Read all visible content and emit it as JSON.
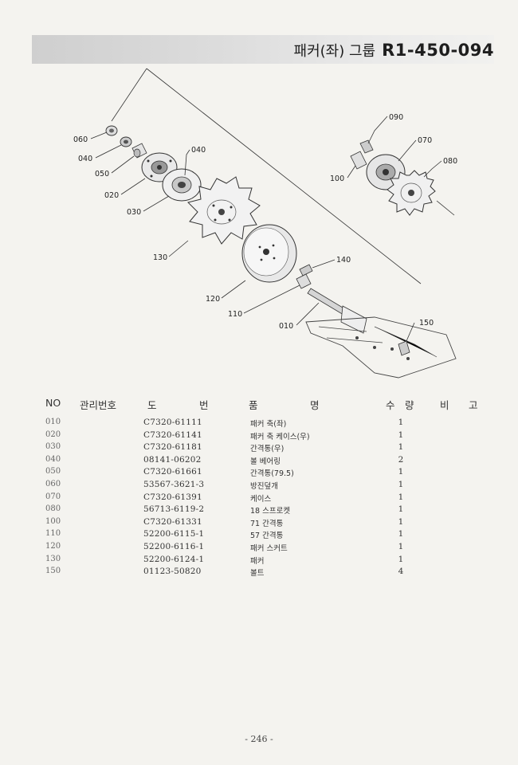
{
  "header": {
    "title_ko": "패커(좌) 그룹",
    "code": "R1-450-094"
  },
  "callouts": {
    "c060": "060",
    "c040a": "040",
    "c050": "050",
    "c040b": "040",
    "c020": "020",
    "c030": "030",
    "c130": "130",
    "c120": "120",
    "c110": "110",
    "c010": "010",
    "c140": "140",
    "c150": "150",
    "c090": "090",
    "c070": "070",
    "c080": "080",
    "c100": "100"
  },
  "table": {
    "headers": {
      "no": "NO",
      "mgmt": "관리번호",
      "drawing_1": "도",
      "drawing_2": "번",
      "name_1": "품",
      "name_2": "명",
      "qty_1": "수",
      "qty_2": "량",
      "remark_1": "비",
      "remark_2": "고"
    },
    "rows": [
      {
        "no": "010",
        "part": "C7320-61111",
        "name": "패커 축(좌)",
        "qty": "1"
      },
      {
        "no": "020",
        "part": "C7320-61141",
        "name": "패커 축 케이스(우)",
        "qty": "1"
      },
      {
        "no": "030",
        "part": "C7320-61181",
        "name": "간격통(우)",
        "qty": "1"
      },
      {
        "no": "040",
        "part": "08141-06202",
        "name": "볼 베어링",
        "qty": "2"
      },
      {
        "no": "050",
        "part": "C7320-61661",
        "name": "간격통(79.5)",
        "qty": "1"
      },
      {
        "no": "060",
        "part": "53567-3621-3",
        "name": "방진덮개",
        "qty": "1"
      },
      {
        "no": "070",
        "part": "C7320-61391",
        "name": "케이스",
        "qty": "1"
      },
      {
        "no": "080",
        "part": "56713-6119-2",
        "name": "18 스프로켓",
        "qty": "1"
      },
      {
        "no": "100",
        "part": "C7320-61331",
        "name": "71 간격통",
        "qty": "1"
      },
      {
        "no": "110",
        "part": "52200-6115-1",
        "name": "57 간격통",
        "qty": "1"
      },
      {
        "no": "120",
        "part": "52200-6116-1",
        "name": "패커 스커트",
        "qty": "1"
      },
      {
        "no": "130",
        "part": "52200-6124-1",
        "name": "패커",
        "qty": "1"
      },
      {
        "no": "150",
        "part": "01123-50820",
        "name": "볼트",
        "qty": "4"
      }
    ]
  },
  "footer": {
    "page": "- 246 -"
  }
}
